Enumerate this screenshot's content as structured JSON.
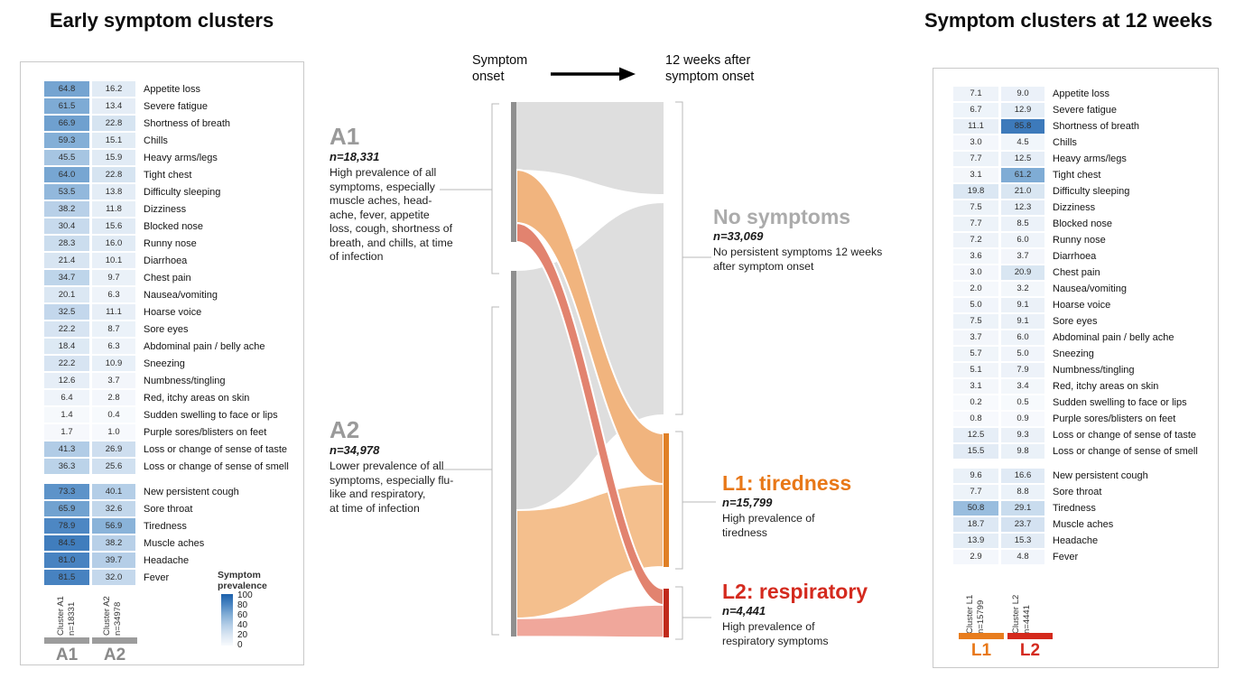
{
  "colors": {
    "accent_orange": "#e87818",
    "accent_red": "#d42a1e",
    "muted_gray": "#9a9a9a",
    "heat_low": "#f8fafd",
    "heat_high": "#1c60ab",
    "flow_gray": "#dedede",
    "flow_orange": "#f1b47e",
    "flow_orange_light": "#f4bf8d",
    "flow_salmon_dark": "#e2836f",
    "flow_salmon": "#f0a79b",
    "node_gray": "#8f8f8f",
    "node_orange": "#e08026",
    "node_red": "#c02a1b",
    "bracket_gray": "#b8b8b8",
    "bar_gray": "#9c9c9c",
    "bar_orange": "#e87d1e",
    "bar_red": "#d4291c"
  },
  "middle": {
    "onset_label": "Symptom\nonset",
    "after_label": "12 weeks after\nsymptom onset",
    "a1": {
      "title": "A1",
      "n": "n=18,331",
      "desc": "High prevalence of all\nsymptoms, especially\nmuscle aches, head-\nache, fever, appetite\nloss, cough, shortness of\nbreath, and chills, at time\nof infection"
    },
    "a2": {
      "title": "A2",
      "n": "n=34,978",
      "desc": "Lower prevalence of all\nsymptoms, especially flu-\nlike and respiratory,\nat time of infection"
    },
    "no_symptoms": {
      "title": "No symptoms",
      "n": "n=33,069",
      "desc": "No persistent symptoms 12 weeks\nafter symptom onset"
    },
    "l1": {
      "title": "L1: tiredness",
      "n": "n=15,799",
      "desc": "High prevalence of\ntiredness"
    },
    "l2": {
      "title": "L2: respiratory",
      "n": "n=4,441",
      "desc": "High prevalence of\nrespiratory symptoms"
    }
  },
  "chart_data": [
    {
      "id": "early_clusters",
      "type": "heatmap",
      "title": "Early symptom clusters",
      "value_unit": "percent prevalence",
      "columns": [
        {
          "key": "A1",
          "header": "Cluster A1\nn=18331",
          "axis_label": "A1"
        },
        {
          "key": "A2",
          "header": "Cluster A2\nn=34978",
          "axis_label": "A2"
        }
      ],
      "sections": [
        {
          "rows": [
            {
              "label": "Appetite loss",
              "values": [
                64.8,
                16.2
              ]
            },
            {
              "label": "Severe fatigue",
              "values": [
                61.5,
                13.4
              ]
            },
            {
              "label": "Shortness of breath",
              "values": [
                66.9,
                22.8
              ]
            },
            {
              "label": "Chills",
              "values": [
                59.3,
                15.1
              ]
            },
            {
              "label": "Heavy arms/legs",
              "values": [
                45.5,
                15.9
              ]
            },
            {
              "label": "Tight chest",
              "values": [
                64.0,
                22.8
              ]
            },
            {
              "label": "Difficulty sleeping",
              "values": [
                53.5,
                13.8
              ]
            },
            {
              "label": "Dizziness",
              "values": [
                38.2,
                11.8
              ]
            },
            {
              "label": "Blocked nose",
              "values": [
                30.4,
                15.6
              ]
            },
            {
              "label": "Runny nose",
              "values": [
                28.3,
                16.0
              ]
            },
            {
              "label": "Diarrhoea",
              "values": [
                21.4,
                10.1
              ]
            },
            {
              "label": "Chest pain",
              "values": [
                34.7,
                9.7
              ]
            },
            {
              "label": "Nausea/vomiting",
              "values": [
                20.1,
                6.3
              ]
            },
            {
              "label": "Hoarse voice",
              "values": [
                32.5,
                11.1
              ]
            },
            {
              "label": "Sore eyes",
              "values": [
                22.2,
                8.7
              ]
            },
            {
              "label": "Abdominal pain / belly ache",
              "values": [
                18.4,
                6.3
              ]
            },
            {
              "label": "Sneezing",
              "values": [
                22.2,
                10.9
              ]
            },
            {
              "label": "Numbness/tingling",
              "values": [
                12.6,
                3.7
              ]
            },
            {
              "label": "Red, itchy areas on skin",
              "values": [
                6.4,
                2.8
              ]
            },
            {
              "label": "Sudden swelling to face or lips",
              "values": [
                1.4,
                0.4
              ]
            },
            {
              "label": "Purple sores/blisters on feet",
              "values": [
                1.7,
                1.0
              ]
            },
            {
              "label": "Loss or change of sense of taste",
              "values": [
                41.3,
                26.9
              ]
            },
            {
              "label": "Loss or change of sense of smell",
              "values": [
                36.3,
                25.6
              ]
            }
          ]
        },
        {
          "rows": [
            {
              "label": "New persistent cough",
              "values": [
                73.3,
                40.1
              ]
            },
            {
              "label": "Sore throat",
              "values": [
                65.9,
                32.6
              ]
            },
            {
              "label": "Tiredness",
              "values": [
                78.9,
                56.9
              ]
            },
            {
              "label": "Muscle aches",
              "values": [
                84.5,
                38.2
              ]
            },
            {
              "label": "Headache",
              "values": [
                81.0,
                39.7
              ]
            },
            {
              "label": "Fever",
              "values": [
                81.5,
                32.0
              ]
            }
          ]
        }
      ],
      "legend": {
        "title": "Symptom\nprevalence",
        "ticks": [
          100,
          80,
          60,
          40,
          20,
          0
        ]
      }
    },
    {
      "id": "clusters_12_weeks",
      "type": "heatmap",
      "title": "Symptom clusters at 12 weeks",
      "value_unit": "percent prevalence",
      "columns": [
        {
          "key": "L1",
          "header": "Cluster L1\nn=15799",
          "axis_label": "L1"
        },
        {
          "key": "L2",
          "header": "Cluster L2\nn=4441",
          "axis_label": "L2"
        }
      ],
      "sections": [
        {
          "rows": [
            {
              "label": "Appetite loss",
              "values": [
                7.1,
                9.0
              ]
            },
            {
              "label": "Severe fatigue",
              "values": [
                6.7,
                12.9
              ]
            },
            {
              "label": "Shortness of breath",
              "values": [
                11.1,
                85.8
              ]
            },
            {
              "label": "Chills",
              "values": [
                3.0,
                4.5
              ]
            },
            {
              "label": "Heavy arms/legs",
              "values": [
                7.7,
                12.5
              ]
            },
            {
              "label": "Tight chest",
              "values": [
                3.1,
                61.2
              ]
            },
            {
              "label": "Difficulty sleeping",
              "values": [
                19.8,
                21.0
              ]
            },
            {
              "label": "Dizziness",
              "values": [
                7.5,
                12.3
              ]
            },
            {
              "label": "Blocked nose",
              "values": [
                7.7,
                8.5
              ]
            },
            {
              "label": "Runny nose",
              "values": [
                7.2,
                6.0
              ]
            },
            {
              "label": "Diarrhoea",
              "values": [
                3.6,
                3.7
              ]
            },
            {
              "label": "Chest pain",
              "values": [
                3.0,
                20.9
              ]
            },
            {
              "label": "Nausea/vomiting",
              "values": [
                2.0,
                3.2
              ]
            },
            {
              "label": "Hoarse voice",
              "values": [
                5.0,
                9.1
              ]
            },
            {
              "label": "Sore eyes",
              "values": [
                7.5,
                9.1
              ]
            },
            {
              "label": "Abdominal pain / belly ache",
              "values": [
                3.7,
                6.0
              ]
            },
            {
              "label": "Sneezing",
              "values": [
                5.7,
                5.0
              ]
            },
            {
              "label": "Numbness/tingling",
              "values": [
                5.1,
                7.9
              ]
            },
            {
              "label": "Red, itchy areas on skin",
              "values": [
                3.1,
                3.4
              ]
            },
            {
              "label": "Sudden swelling to face or lips",
              "values": [
                0.2,
                0.5
              ]
            },
            {
              "label": "Purple sores/blisters on feet",
              "values": [
                0.8,
                0.9
              ]
            },
            {
              "label": "Loss or change of sense of taste",
              "values": [
                12.5,
                9.3
              ]
            },
            {
              "label": "Loss or change of sense of smell",
              "values": [
                15.5,
                9.8
              ]
            }
          ]
        },
        {
          "rows": [
            {
              "label": "New persistent cough",
              "values": [
                9.6,
                16.6
              ]
            },
            {
              "label": "Sore throat",
              "values": [
                7.7,
                8.8
              ]
            },
            {
              "label": "Tiredness",
              "values": [
                50.8,
                29.1
              ]
            },
            {
              "label": "Muscle aches",
              "values": [
                18.7,
                23.7
              ]
            },
            {
              "label": "Headache",
              "values": [
                13.9,
                15.3
              ]
            },
            {
              "label": "Fever",
              "values": [
                2.9,
                4.8
              ]
            }
          ]
        }
      ]
    },
    {
      "id": "symptom_flow",
      "type": "sankey",
      "left_nodes": [
        {
          "id": "A1",
          "n": 18331
        },
        {
          "id": "A2",
          "n": 34978
        }
      ],
      "right_nodes": [
        {
          "id": "No symptoms",
          "n": 33069
        },
        {
          "id": "L1: tiredness",
          "n": 15799
        },
        {
          "id": "L2: respiratory",
          "n": 4441
        }
      ],
      "links": [
        {
          "source": "A1",
          "target": "No symptoms"
        },
        {
          "source": "A1",
          "target": "L1: tiredness"
        },
        {
          "source": "A1",
          "target": "L2: respiratory"
        },
        {
          "source": "A2",
          "target": "No symptoms"
        },
        {
          "source": "A2",
          "target": "L1: tiredness"
        },
        {
          "source": "A2",
          "target": "L2: respiratory"
        }
      ]
    }
  ]
}
